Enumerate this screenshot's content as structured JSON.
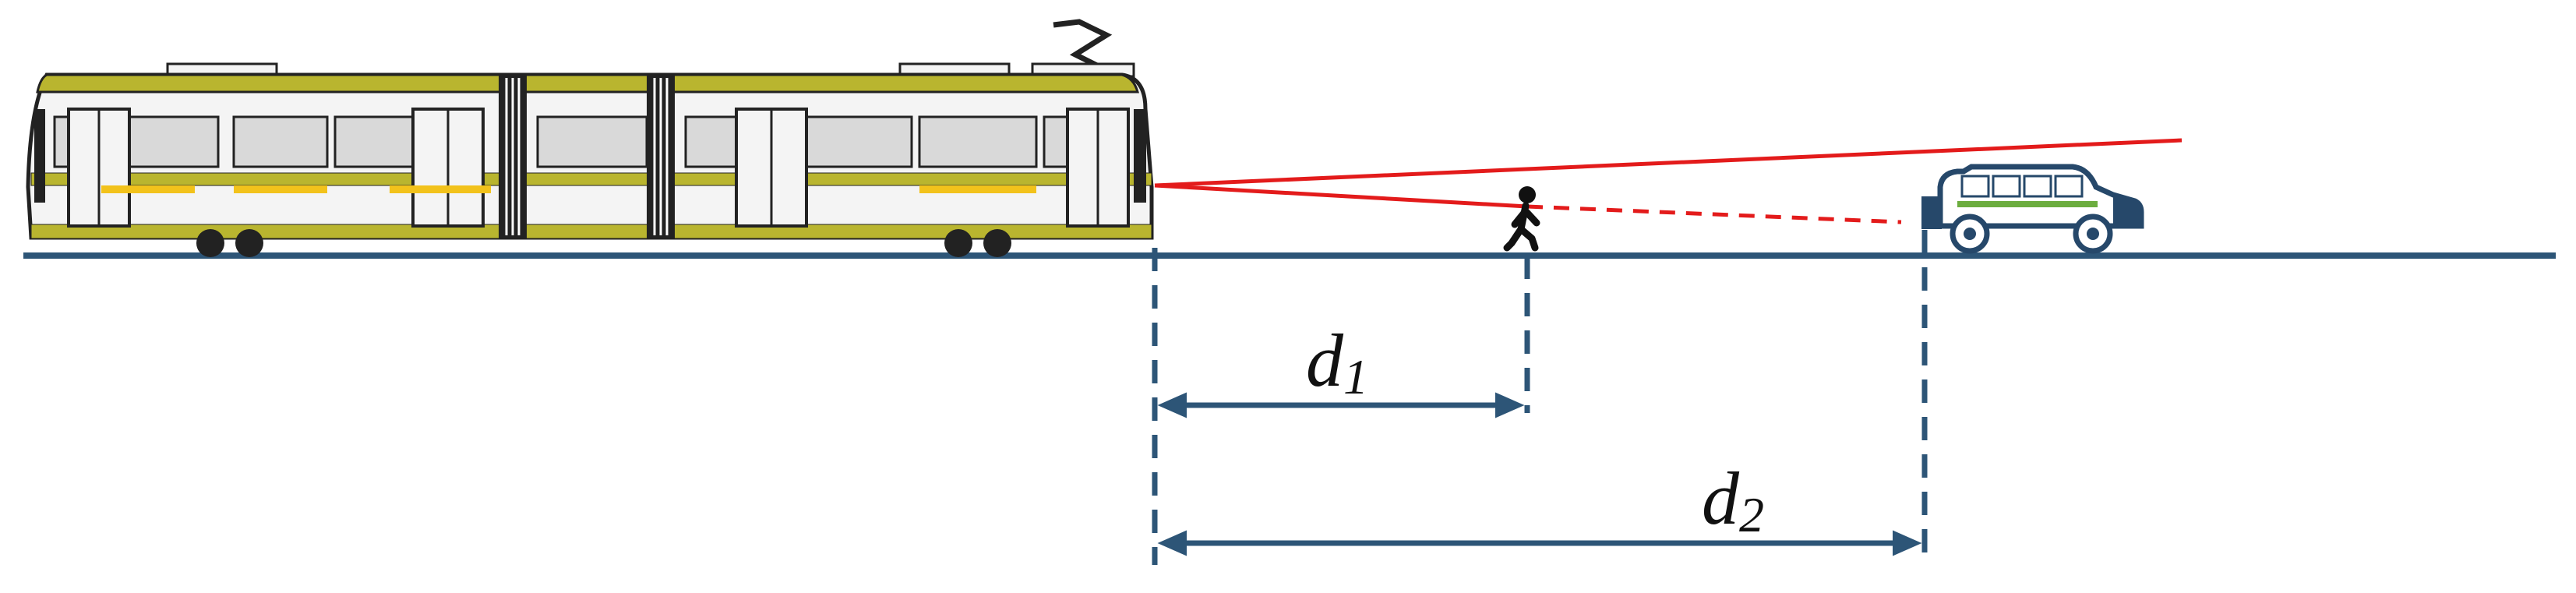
{
  "colors": {
    "track": "#2d5577",
    "sensor_ray": "#e31b1b",
    "dimension": "#2d5577",
    "tram_body": "#f4f4f4",
    "tram_olive": "#b9b52f",
    "tram_window": "#d9d9d9",
    "tram_dark": "#222222",
    "tram_yellow": "#f2c21b",
    "car_body": "#ffffff",
    "car_outline": "#26486a",
    "car_stripe": "#6cad3f",
    "pedestrian": "#111111"
  },
  "icons": {
    "tram": "tram-icon",
    "pedestrian": "pedestrian-icon",
    "car": "car-icon"
  },
  "labels": {
    "d1": {
      "base": "d",
      "sub": "1"
    },
    "d2": {
      "base": "d",
      "sub": "2"
    }
  }
}
